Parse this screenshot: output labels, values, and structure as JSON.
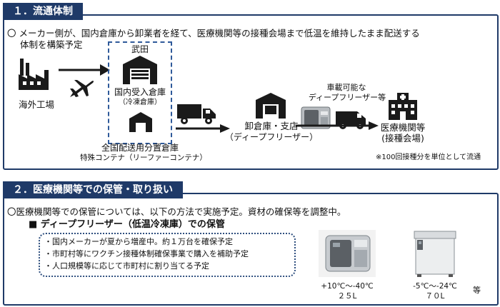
{
  "section1": {
    "title": "１．流通体制",
    "lead_line1": "〇 メーカー側が、国内倉庫から卸業者を経て、医療機関等の接種会場まで低温を維持したまま配送する",
    "lead_line2": "体制を構築予定",
    "takeda": "武田",
    "import_warehouse": "国内受入倉庫",
    "import_sub": "（冷凍倉庫）",
    "overseas": "海外工場",
    "distribution_warehouse": "全国配送用分置倉庫",
    "container": "特殊コンテナ（リーファーコンテナ）",
    "wholesale_line1": "卸倉庫・支店",
    "wholesale_line2": "（ディープフリーザー）",
    "mobile_freezer_line1": "車載可能な",
    "mobile_freezer_line2": "ディープフリーザー等",
    "medical_line1": "医療機関等",
    "medical_line2": "(接種会場)",
    "note": "※100回接種分を単位として流通"
  },
  "section2": {
    "title": "２．医療機関等での保管・取り扱い",
    "lead": "〇医療機関等での保管については、以下の方法で実施予定。資材の確保等を調整中。",
    "subheading": "■ ディープフリーザー（低温冷凍庫）での保管",
    "bullets": [
      "・国内メーカーが夏から増産中。約１万台を確保予定",
      "・市町村等にワクチン接種体制確保事業で購入を補助予定",
      "・人口規模等に応じて市町村に割り当てる予定"
    ],
    "freezer1_temp": "+10℃～-40℃",
    "freezer1_volume": "２５L",
    "freezer2_temp": "-5℃～-24℃",
    "freezer2_volume": "７０L",
    "etc": "等"
  },
  "colors": {
    "navy": "#1f3a68",
    "icon": "#1a1a1a"
  }
}
